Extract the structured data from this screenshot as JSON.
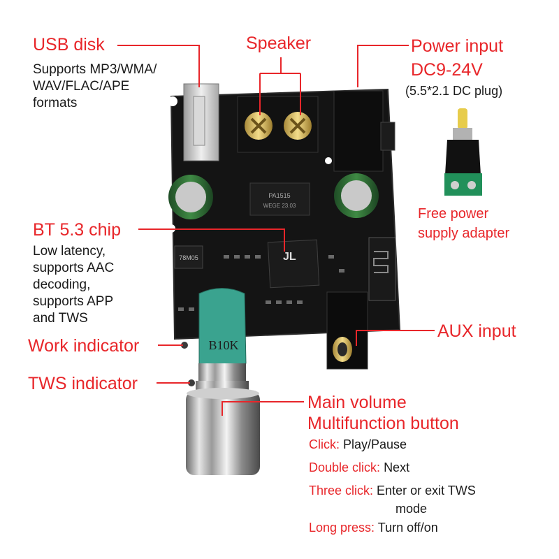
{
  "usb": {
    "title": "USB disk",
    "lines": [
      "Supports MP3/WMA/",
      "WAV/FLAC/APE",
      "formats"
    ]
  },
  "speaker": {
    "title": "Speaker"
  },
  "power": {
    "title": "Power input",
    "voltage": "DC9-24V",
    "plug": "(5.5*2.1 DC plug)",
    "adapter_lines": [
      "Free power",
      "supply adapter"
    ]
  },
  "bt": {
    "title": "BT 5.3 chip",
    "lines": [
      "Low latency,",
      "supports AAC",
      "decoding,",
      "supports APP",
      "and TWS"
    ]
  },
  "aux": {
    "title": "AUX input"
  },
  "work": {
    "title": "Work indicator"
  },
  "tws": {
    "title": "TWS indicator"
  },
  "volume": {
    "title1": "Main volume",
    "title2": "Multifunction button",
    "actions": [
      {
        "key": "Click:",
        "value": "Play/Pause"
      },
      {
        "key": "Double click:",
        "value": "Next"
      },
      {
        "key": "Three click:",
        "value": "Enter or exit TWS",
        "value2": "mode"
      },
      {
        "key": "Long press:",
        "value": "Turn off/on"
      }
    ]
  },
  "board": {
    "pot_label": "B10K",
    "chip_label": "PA1515",
    "chip_sub": "WEGE 23.03",
    "reg_label": "78M05",
    "logo": "JL"
  },
  "colors": {
    "accent": "#e8262a",
    "board": "#141414",
    "pot": "#3aa38f",
    "text": "#1a1a1a"
  }
}
